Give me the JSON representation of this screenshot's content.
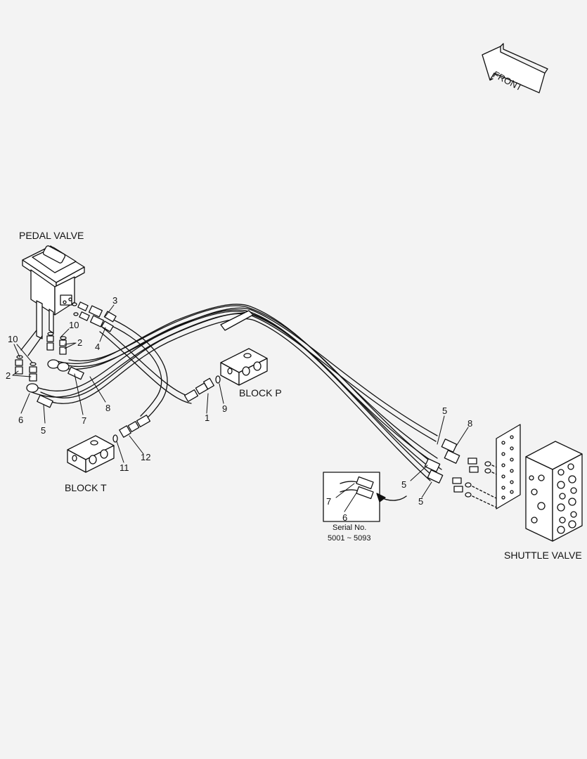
{
  "labels": {
    "pedal_valve": "PEDAL VALVE",
    "block_p": "BLOCK  P",
    "block_t": "BLOCK  T",
    "shuttle_valve": "SHUTTLE VALVE",
    "front": "FRONT",
    "serial_title": "Serial No.",
    "serial_range": "5001 ~ 5093"
  },
  "callouts": {
    "c3": "3",
    "c4": "4",
    "c10a": "10",
    "c10b": "10",
    "c2a": "2",
    "c2b": "2",
    "c6": "6",
    "c5a": "5",
    "c7": "7",
    "c8": "8",
    "c1": "1",
    "c9": "9",
    "c11": "11",
    "c12": "12",
    "c5b": "5",
    "c8b": "8",
    "c5c": "5",
    "c5d": "5",
    "c7b": "7",
    "c6b": "6"
  },
  "colors": {
    "line": "#111111",
    "background": "#f3f3f3",
    "part_fill": "#ffffff"
  }
}
